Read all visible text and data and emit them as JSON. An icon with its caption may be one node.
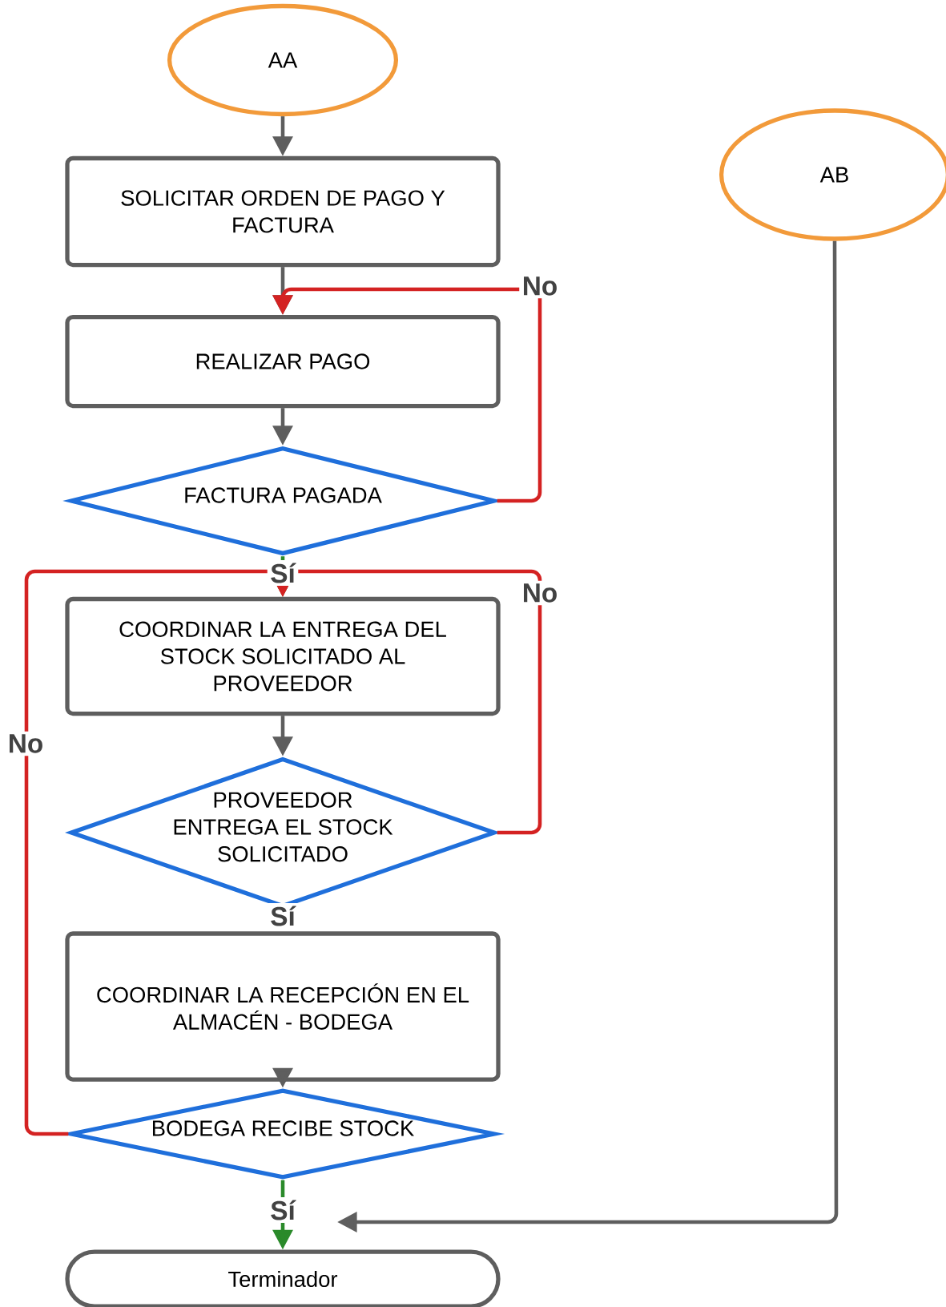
{
  "diagram": {
    "nodes": [
      {
        "text": [
          "AA"
        ]
      },
      {
        "text": [
          "AB"
        ]
      },
      {
        "text": [
          "SOLICITAR ORDEN DE PAGO Y FACTURA"
        ]
      },
      {
        "text": [
          "REALIZAR PAGO"
        ]
      },
      {
        "text": [
          "FACTURA PAGADA"
        ]
      },
      {
        "text": [
          "COORDINAR LA ENTREGA DEL STOCK SOLICITADO AL PROVEEDOR"
        ]
      },
      {
        "text": [
          "PROVEEDOR ENTREGA EL STOCK SOLICITADO"
        ]
      },
      {
        "text": [
          "COORDINAR LA RECEPCIÓN EN EL ALMACÉN - BODEGA"
        ]
      },
      {
        "text": [
          "BODEGA RECIBE STOCK"
        ]
      },
      {
        "text": [
          "Terminador"
        ]
      }
    ],
    "edges": [
      {
        "from": 0,
        "to": 2,
        "arrow": "to"
      },
      {
        "from": 2,
        "to": 3,
        "arrow": "to"
      },
      {
        "from": 3,
        "to": 4,
        "arrow": "to"
      },
      {
        "from": 4,
        "to": 3,
        "arrow": "to",
        "label": "No",
        "color": "#d42222"
      },
      {
        "from": 4,
        "to": 5,
        "arrow": "to",
        "label": "Sí",
        "style": "dashed",
        "color": "#2a8a2a"
      },
      {
        "from": 6,
        "to": 5,
        "arrow": "to",
        "label": "No",
        "color": "#d42222"
      },
      {
        "from": 5,
        "to": 6,
        "arrow": "to"
      },
      {
        "from": 7,
        "to": 8,
        "arrow": "to"
      },
      {
        "from": 8,
        "to": 5,
        "arrow": "to",
        "label": "No",
        "color": "#d42222"
      },
      {
        "from": 8,
        "to": 9,
        "arrow": "to",
        "label": "Sí",
        "color": "#2a8a2a"
      },
      {
        "from": 1,
        "to": null,
        "arrow": "to"
      }
    ],
    "labels": [
      "Sí"
    ]
  }
}
